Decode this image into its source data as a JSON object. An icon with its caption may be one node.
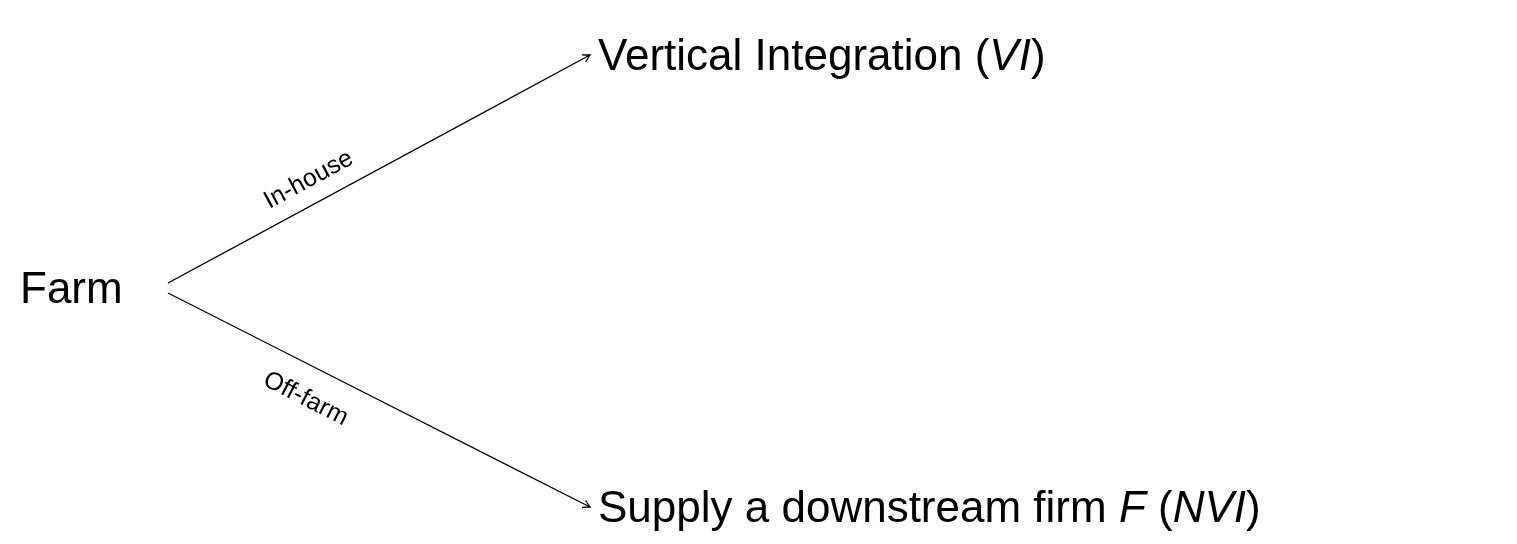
{
  "diagram": {
    "nodes": [
      {
        "text": [
          "Farm"
        ]
      },
      {
        "text": [
          "Vertical Integration (*VI*)"
        ]
      },
      {
        "text": [
          "Supply a downstream firm *F* (*NVI*)"
        ]
      }
    ],
    "edges": [
      {
        "from": 0,
        "to": 1,
        "arrow": "to",
        "label": "In-house"
      },
      {
        "from": 0,
        "to": 2,
        "arrow": "to",
        "label": "Off-farm"
      }
    ]
  }
}
